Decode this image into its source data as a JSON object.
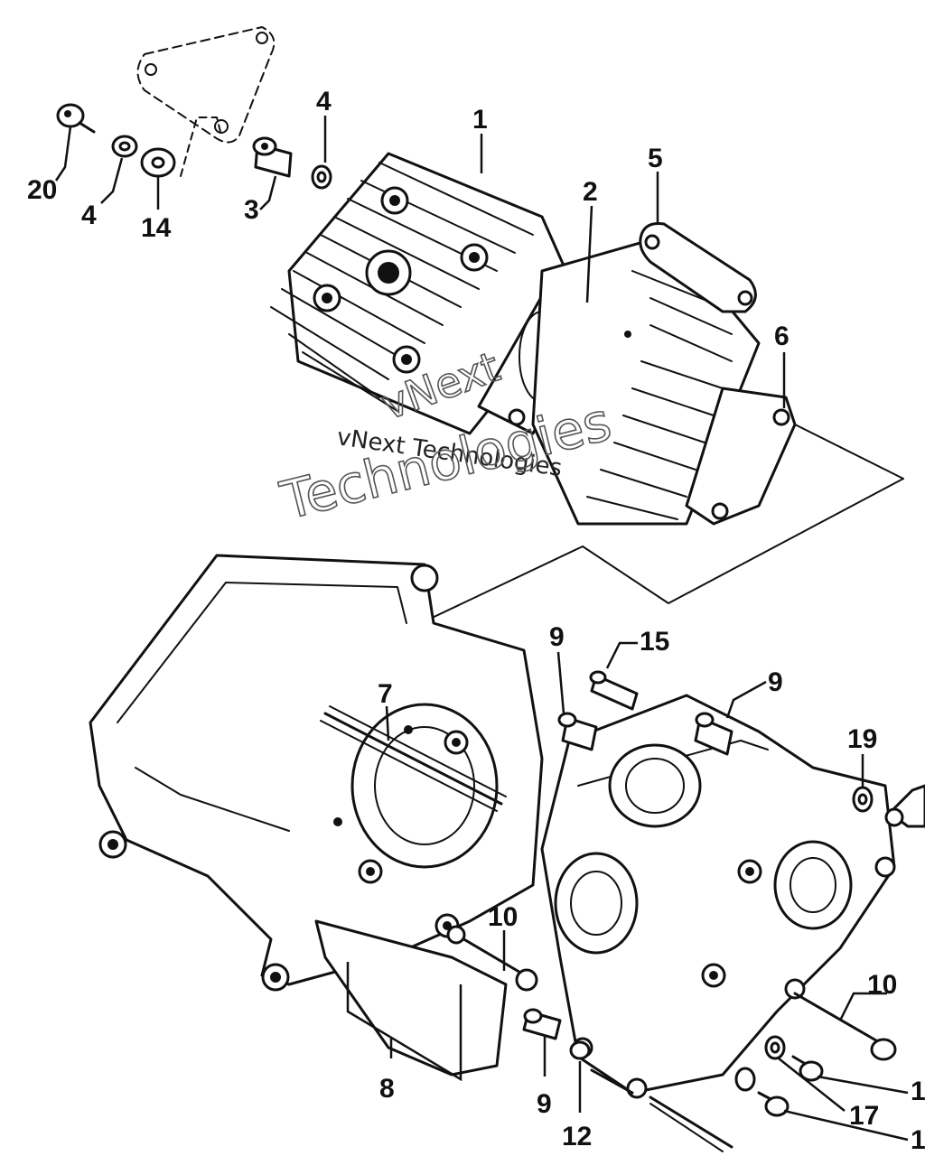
{
  "watermark": {
    "line_small": "vNext Technologies",
    "line_large_word1": "vNext",
    "line_large_word2": "Technologies"
  },
  "callouts": [
    {
      "id": "c1",
      "label": "1"
    },
    {
      "id": "c2",
      "label": "2"
    },
    {
      "id": "c3",
      "label": "3"
    },
    {
      "id": "c4a",
      "label": "4"
    },
    {
      "id": "c4b",
      "label": "4"
    },
    {
      "id": "c5",
      "label": "5"
    },
    {
      "id": "c6",
      "label": "6"
    },
    {
      "id": "c7",
      "label": "7"
    },
    {
      "id": "c8",
      "label": "8"
    },
    {
      "id": "c9a",
      "label": "9"
    },
    {
      "id": "c9b",
      "label": "9"
    },
    {
      "id": "c9c",
      "label": "9"
    },
    {
      "id": "c10a",
      "label": "10"
    },
    {
      "id": "c10b",
      "label": "10"
    },
    {
      "id": "c12",
      "label": "12"
    },
    {
      "id": "c14",
      "label": "14"
    },
    {
      "id": "c15",
      "label": "15"
    },
    {
      "id": "c16",
      "label": "1"
    },
    {
      "id": "c17",
      "label": "17"
    },
    {
      "id": "c18",
      "label": "1"
    },
    {
      "id": "c19",
      "label": "19"
    },
    {
      "id": "c20",
      "label": "20"
    }
  ]
}
